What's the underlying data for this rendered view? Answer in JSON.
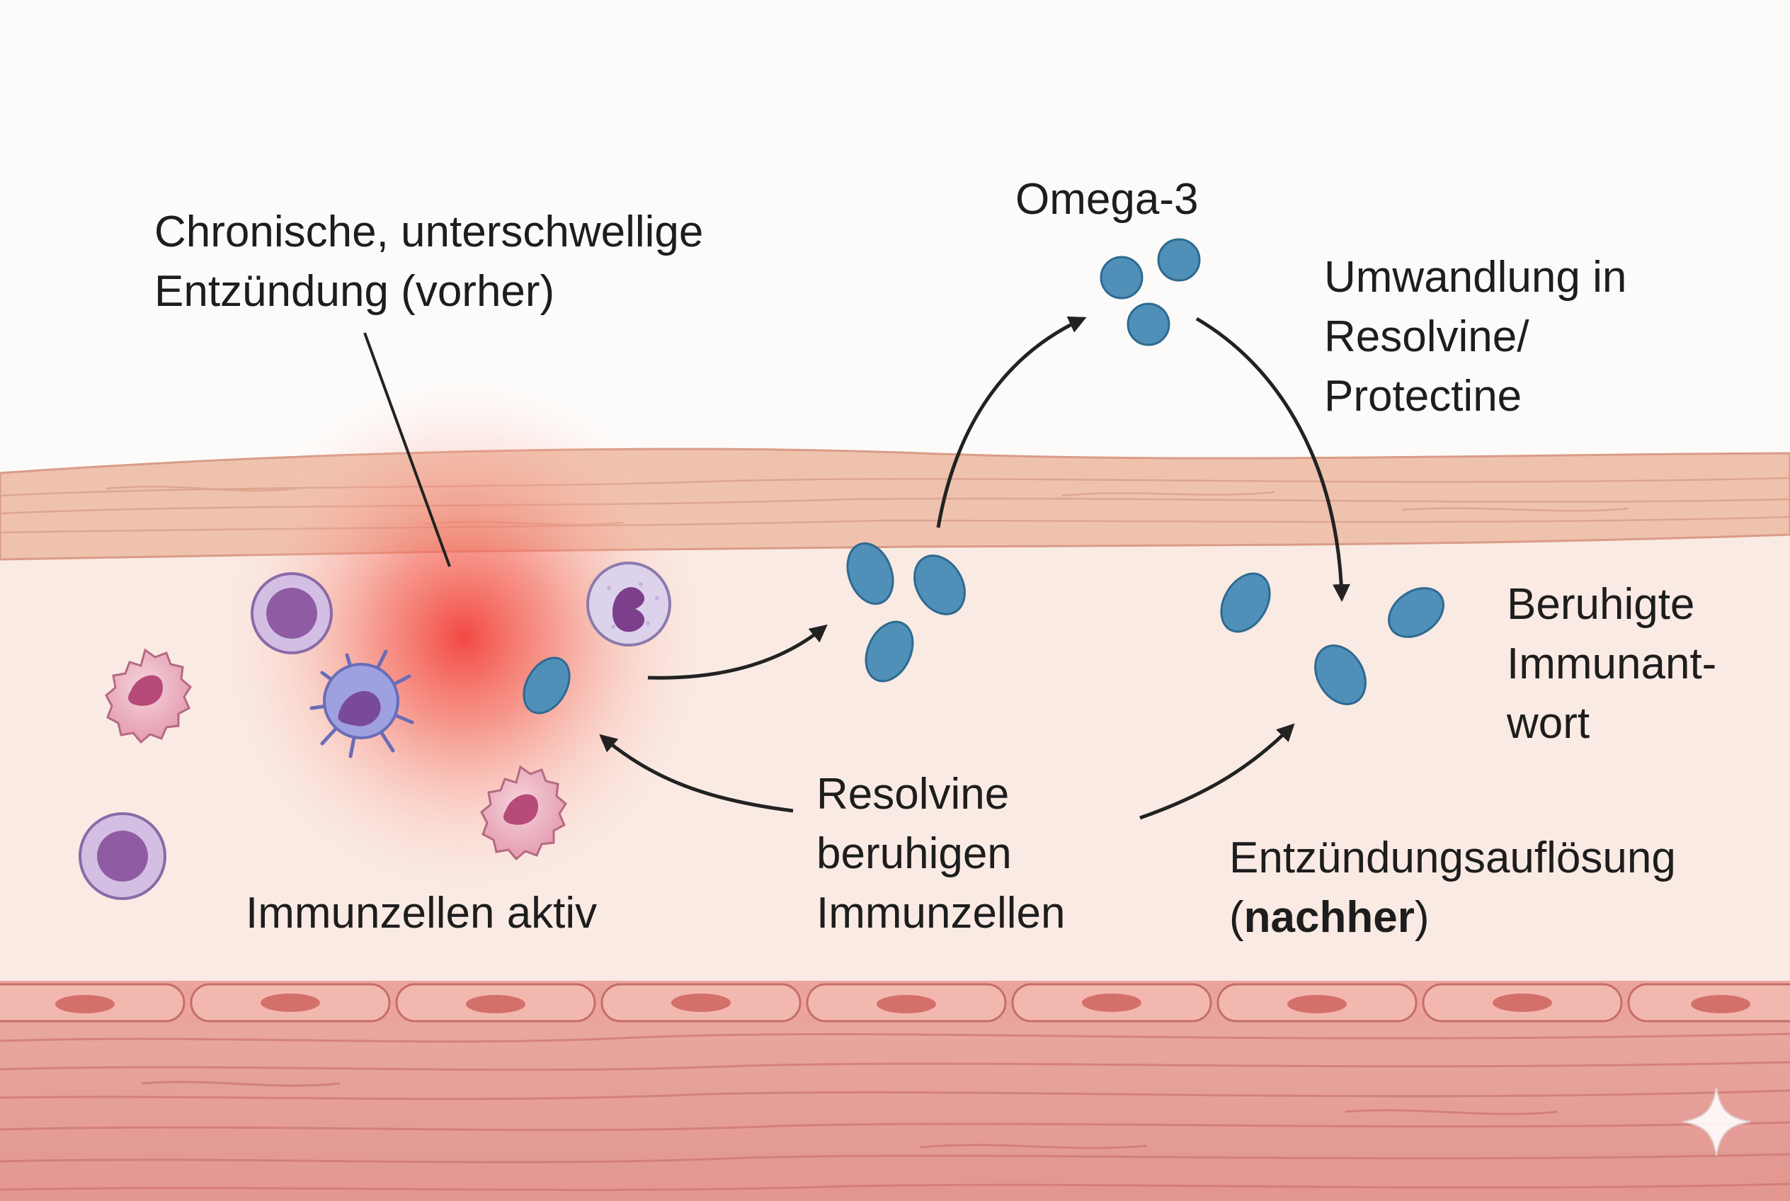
{
  "labels": {
    "inflammation_title": [
      "Chronische, unterschwellige",
      "Entzündung (vorher)"
    ],
    "omega3": "Omega-3",
    "conversion": [
      "Umwandlung in",
      "Resolvine/",
      "Protectine"
    ],
    "calmed_response": [
      "Beruhigte",
      "Immunant-",
      "wort"
    ],
    "immune_active": "Immunzellen aktiv",
    "resolvins_calm": [
      "Resolvine",
      "beruhigen",
      "Immunzellen"
    ],
    "resolution_line1": "Entzündungsauflösung",
    "resolution_open": "(",
    "resolution_bold": "nachher",
    "resolution_close": ")"
  },
  "icons": [
    "sparkle-icon"
  ],
  "colors": {
    "inflammation_glow": "#f2403a",
    "resolvin_molecule": "#4f8fb8",
    "molecule_outline": "#2e6a90",
    "tissue_band": "#efc4b0",
    "endothelium": "#e89a92",
    "muscle_layer": "#e4a09a",
    "lymphocyte": "#b89ad4",
    "neutrophil": "#e6a6b6",
    "dendritic_cell": "#8c90d6"
  }
}
